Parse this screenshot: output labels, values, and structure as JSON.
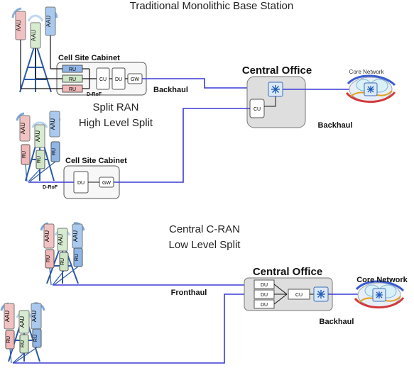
{
  "sections": {
    "traditional": {
      "title": "Traditional Monolithic Base Station"
    },
    "split": {
      "title_line1": "Split RAN",
      "title_line2": "High Level Split"
    },
    "cran": {
      "title_line1": "Central C-RAN",
      "title_line2": "Low Level Split"
    }
  },
  "labels": {
    "cell_site_cabinet": "Cell Site Cabinet",
    "central_office": "Central Office",
    "core_network": "Core Network",
    "backhaul": "Backhaul",
    "fronthaul": "Fronthaul",
    "d_rof": "D-RoF"
  },
  "units": {
    "aau": "AAU",
    "ru": "RU",
    "cu": "CU",
    "du": "DU",
    "gw": "GW"
  },
  "colors": {
    "link": "#3a3ad8",
    "aau_pink": "#f2c2c2",
    "aau_green": "#d6ebcf",
    "aau_blue": "#a9c9ee",
    "ru_blue": "#8fb6e6",
    "ru_green": "#cfe6c6",
    "ru_pink": "#f0b8b8",
    "office_fill": "#dedede",
    "switch_fill": "#dbe8f6"
  }
}
